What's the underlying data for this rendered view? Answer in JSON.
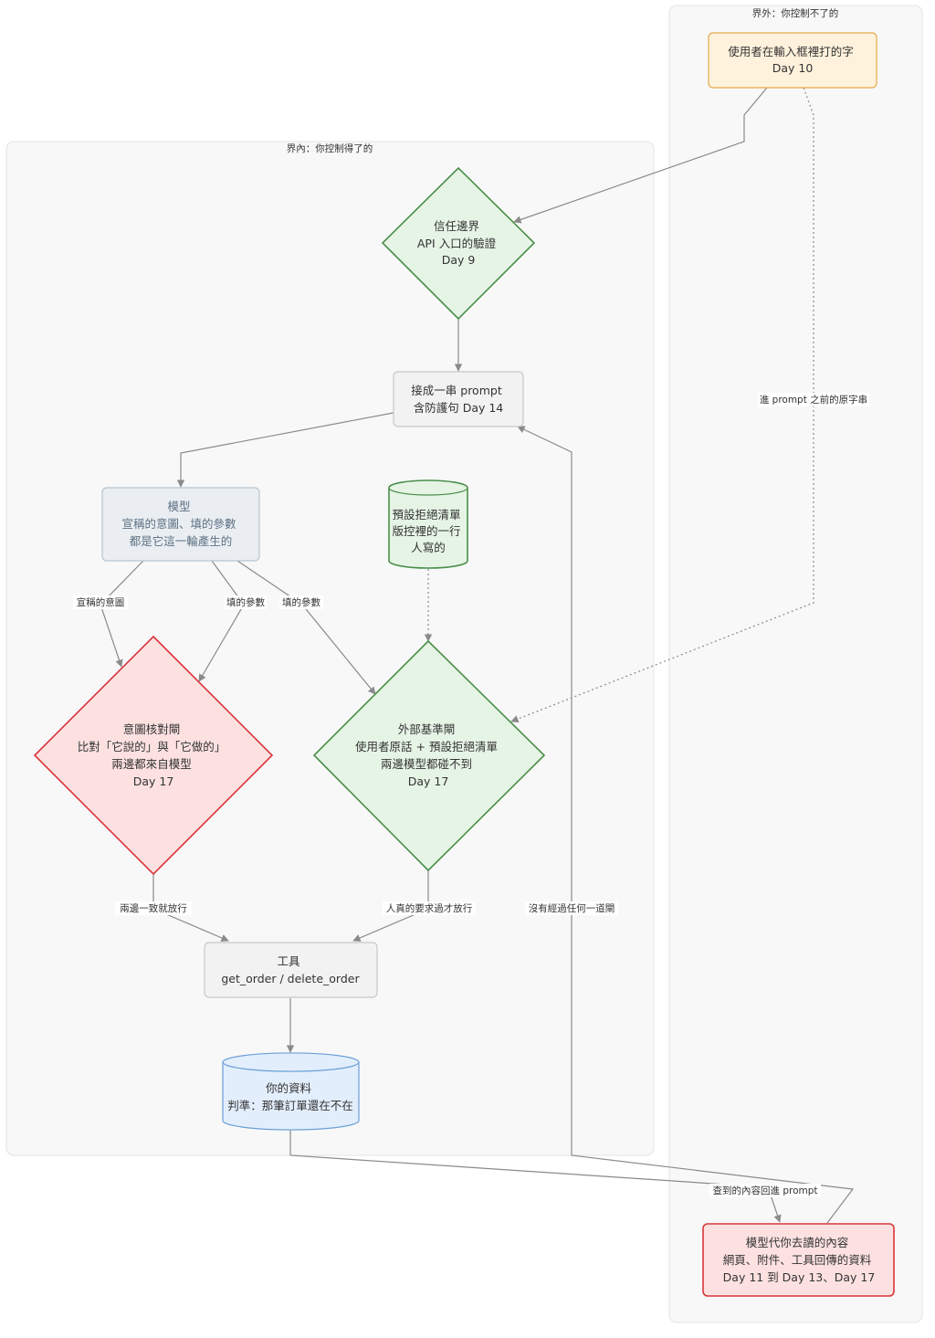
{
  "colors": {
    "cluster_fill": "#f8f8f8",
    "cluster_stroke": "#e3e3e3",
    "green_fill": "#e6f4e6",
    "green_stroke": "#4a8f4a",
    "red_fill": "#fde1e1",
    "red_stroke": "#d9353a",
    "orange_fill": "#fff2dc",
    "orange_stroke": "#e5a84a",
    "gray_fill": "#f2f2f2",
    "gray_stroke": "#c8c8c8",
    "bluegray_fill": "#eaeef2",
    "bluegray_stroke": "#b8c4ce",
    "blue_fill": "#e3eefc",
    "blue_stroke": "#6a9fd6",
    "edge": "#8a8a8a"
  },
  "clusters": {
    "inside": {
      "title": "界內：你控制得了的"
    },
    "outside": {
      "title": "界外：你控制不了的"
    }
  },
  "nodes": {
    "user_input": {
      "lines": [
        "使用者在輸入框裡打的字",
        "Day 10"
      ]
    },
    "trust_boundary": {
      "lines": [
        "信任邊界",
        "API 入口的驗證",
        "Day 9"
      ]
    },
    "prompt_concat": {
      "lines": [
        "接成一串 prompt",
        "含防護句 Day 14"
      ]
    },
    "model": {
      "lines": [
        "模型",
        "宣稱的意圖、填的參數",
        "都是它這一輪產生的"
      ]
    },
    "denylist": {
      "lines": [
        "預設拒絕清單",
        "版控裡的一行",
        "人寫的"
      ]
    },
    "intent_gate": {
      "lines": [
        "意圖核對閘",
        "比對「它說的」與「它做的」",
        "兩邊都來自模型",
        "Day 17"
      ]
    },
    "external_gate": {
      "lines": [
        "外部基準閘",
        "使用者原話 + 預設拒絕清單",
        "兩邊模型都碰不到",
        "Day 17"
      ]
    },
    "tool": {
      "lines": [
        "工具",
        "get_order / delete_order"
      ]
    },
    "your_data": {
      "lines": [
        "你的資料",
        "判準：那筆訂單還在不在"
      ]
    },
    "model_read": {
      "lines": [
        "模型代你去讀的內容",
        "網頁、附件、工具回傳的資料",
        "Day 11 到 Day 13、Day 17"
      ]
    }
  },
  "edge_labels": {
    "raw_string": "進 prompt 之前的原字串",
    "claimed_intent": "宣稱的意圖",
    "params_1": "填的參數",
    "params_2": "填的參數",
    "both_agree": "兩邊一致就放行",
    "human_request": "人真的要求過才放行",
    "no_gate": "沒有經過任何一道閘",
    "back_to_prompt": "查到的內容回進 prompt"
  }
}
